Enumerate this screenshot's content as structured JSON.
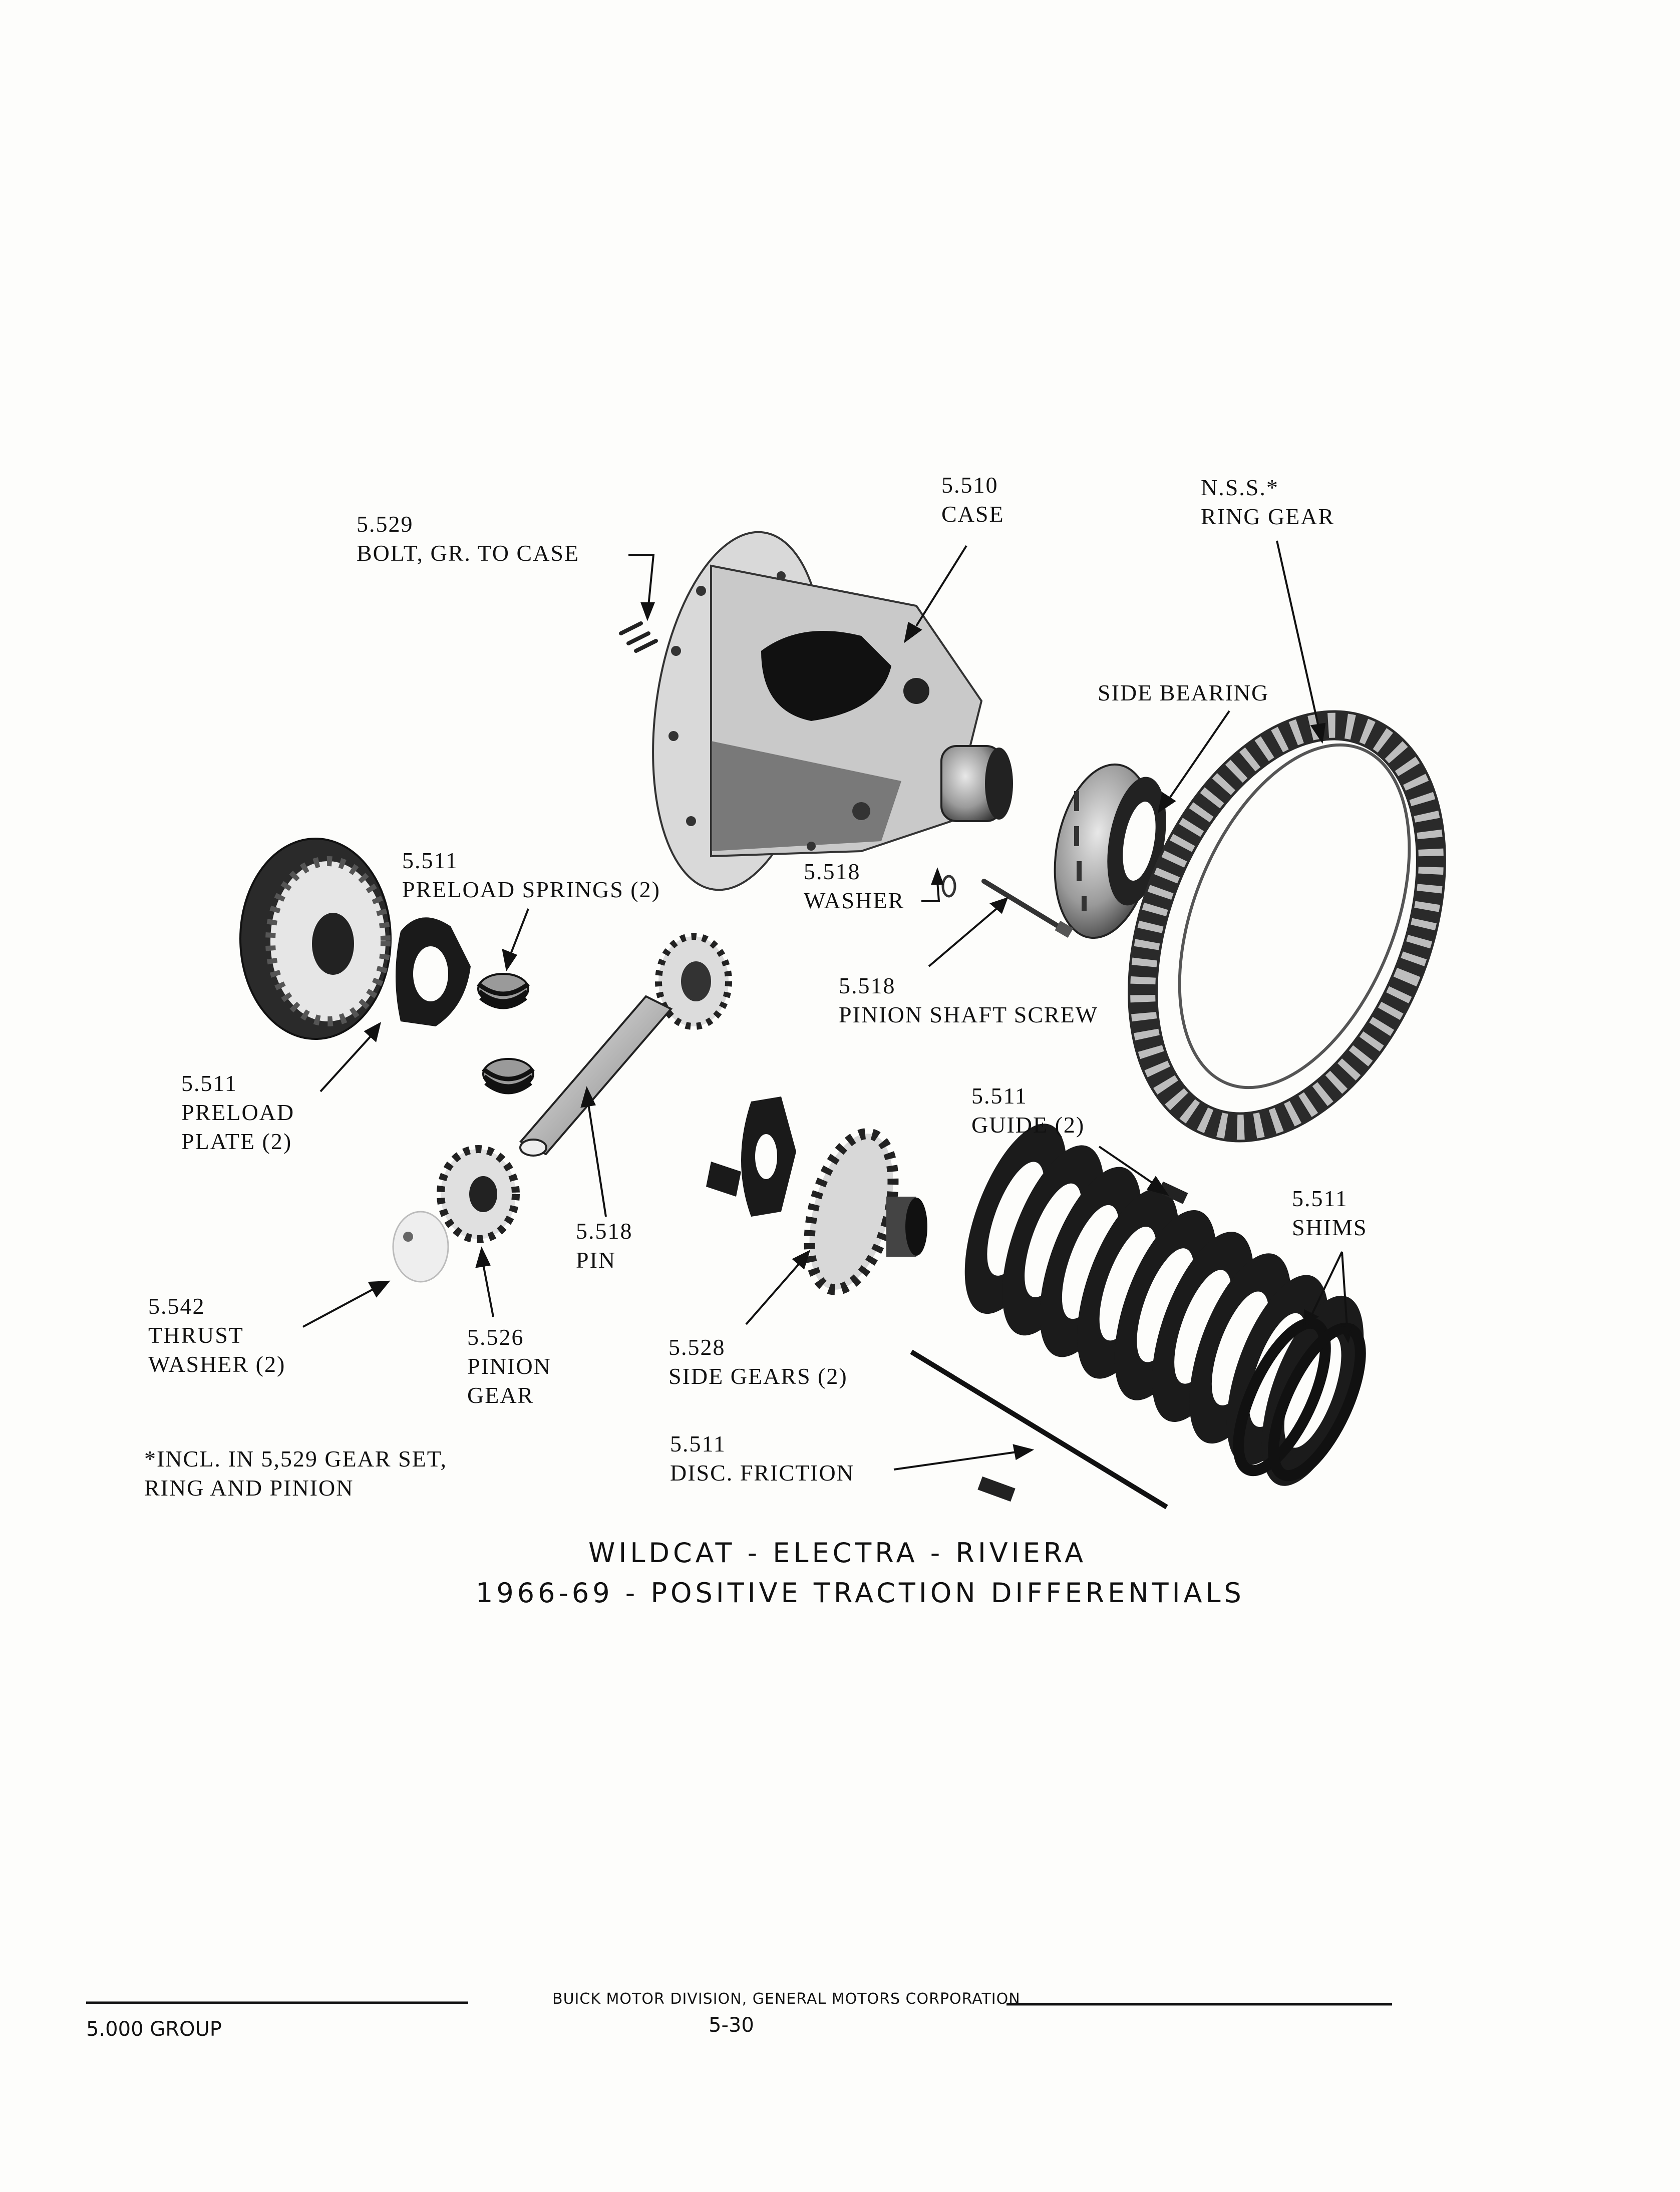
{
  "labels": {
    "bolt": {
      "number": "5.529",
      "text": "BOLT, GR. TO CASE"
    },
    "case": {
      "number": "5.510",
      "text": "CASE"
    },
    "ring_gear": {
      "number": "N.S.S.*",
      "text": "RING GEAR"
    },
    "side_bearing": {
      "text": "SIDE BEARING"
    },
    "preload_springs": {
      "number": "5.511",
      "text": "PRELOAD SPRINGS (2)"
    },
    "washer": {
      "number": "5.518",
      "text": "WASHER"
    },
    "pinion_shaft_screw": {
      "number": "5.518",
      "text": "PINION SHAFT SCREW"
    },
    "preload_plate": {
      "number": "5.511",
      "line1": "PRELOAD",
      "line2": "PLATE (2)"
    },
    "guide": {
      "number": "5.511",
      "text": "GUIDE (2)"
    },
    "shims": {
      "number": "5.511",
      "text": "SHIMS"
    },
    "pin": {
      "number": "5.518",
      "text": "PIN"
    },
    "thrust_washer": {
      "number": "5.542",
      "line1": "THRUST",
      "line2": "WASHER (2)"
    },
    "pinion_gear": {
      "number": "5.526",
      "line1": "PINION",
      "line2": "GEAR"
    },
    "side_gears": {
      "number": "5.528",
      "text": "SIDE GEARS (2)"
    },
    "disc_friction": {
      "number": "5.511",
      "text": "DISC. FRICTION"
    }
  },
  "footnote": {
    "line1": "*INCL. IN 5,529 GEAR SET,",
    "line2": "RING AND PINION"
  },
  "title": {
    "line1": "WILDCAT - ELECTRA - RIVIERA",
    "line2": "1966-69 - POSITIVE TRACTION DIFFERENTIALS"
  },
  "footer": {
    "company": "BUICK MOTOR DIVISION, GENERAL MOTORS CORPORATION",
    "page": "5-30",
    "group": "5.000 GROUP"
  }
}
